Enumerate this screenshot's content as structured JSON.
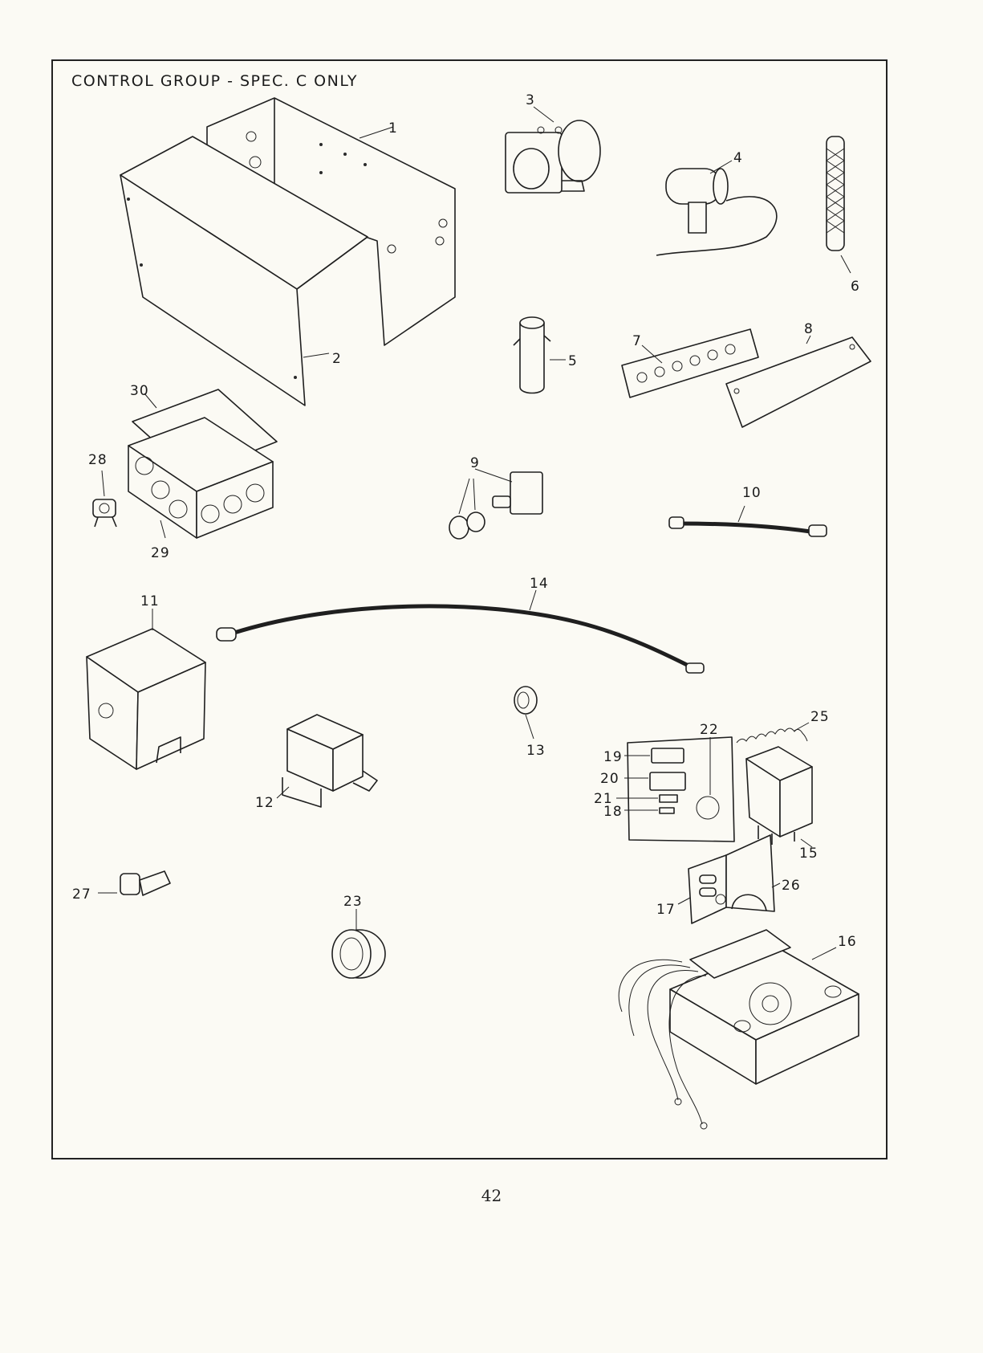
{
  "title": "CONTROL GROUP - SPEC. C ONLY",
  "page_number": "42",
  "callouts": {
    "c1": "1",
    "c2": "2",
    "c3": "3",
    "c4": "4",
    "c5": "5",
    "c6": "6",
    "c7": "7",
    "c8": "8",
    "c9": "9",
    "c10": "10",
    "c11": "11",
    "c12": "12",
    "c13": "13",
    "c14": "14",
    "c15": "15",
    "c16": "16",
    "c17": "17",
    "c18": "18",
    "c19": "19",
    "c20": "20",
    "c21": "21",
    "c22": "22",
    "c23": "23",
    "c25": "25",
    "c26": "26",
    "c27": "27",
    "c28": "28",
    "c29": "29",
    "c30": "30"
  }
}
